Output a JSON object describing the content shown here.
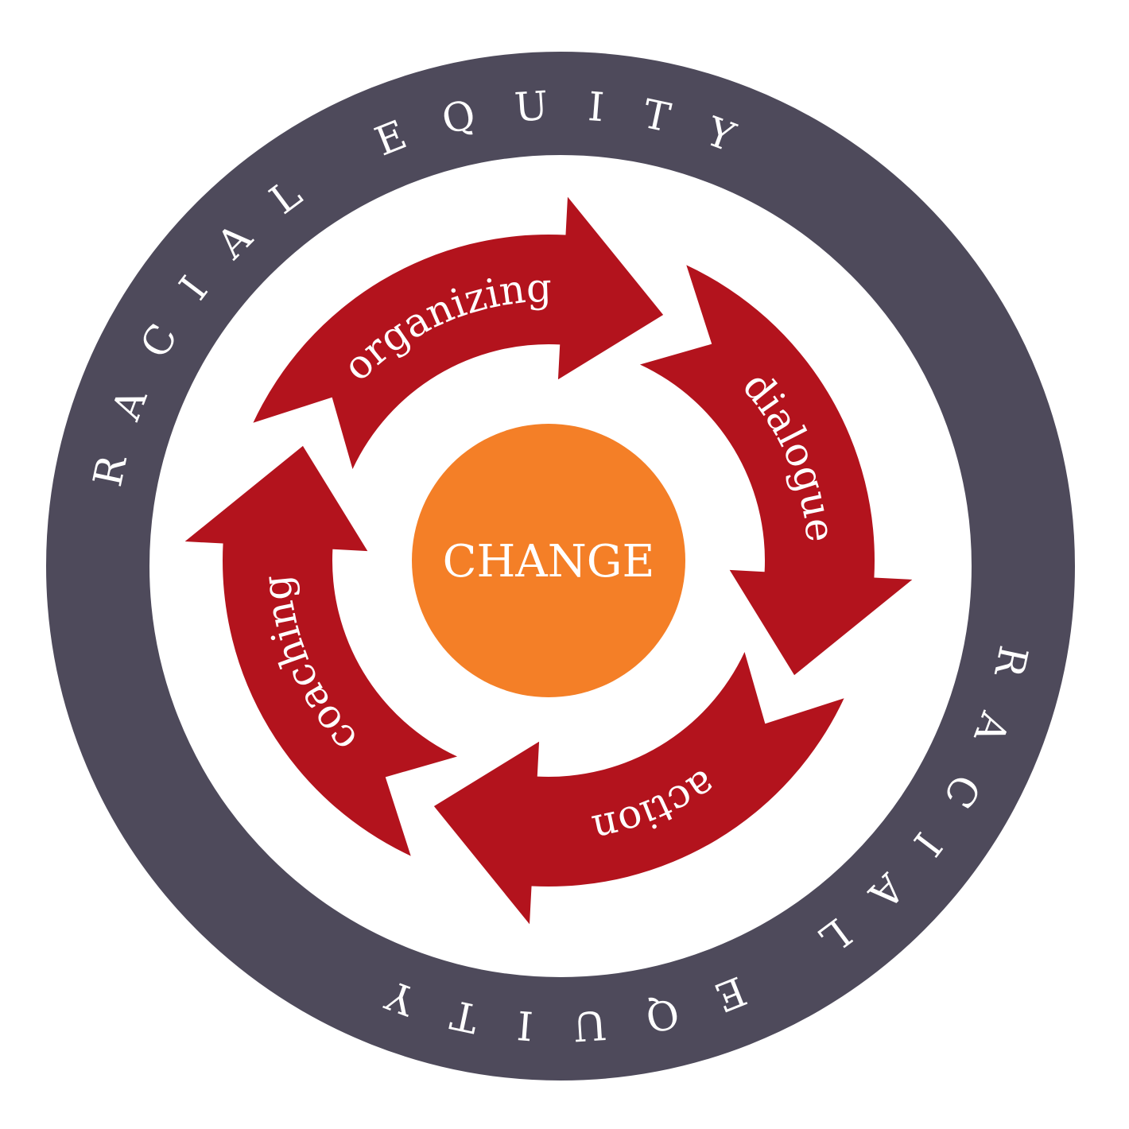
{
  "outer_ring": {
    "labels": [
      "RACIAL EQUITY",
      "RACIAL EQUITY"
    ],
    "color": "#4e4a5b"
  },
  "center": {
    "label": "CHANGE",
    "color": "#f47f27"
  },
  "cycle": {
    "color": "#b3131d",
    "steps": [
      {
        "label": "organizing"
      },
      {
        "label": "dialogue"
      },
      {
        "label": "action"
      },
      {
        "label": "coaching"
      }
    ]
  }
}
